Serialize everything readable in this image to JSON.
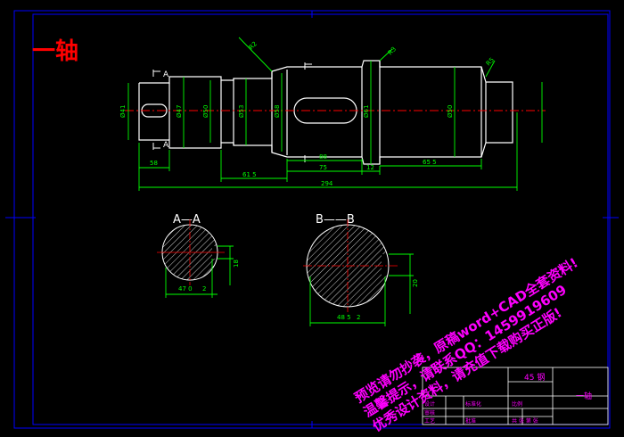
{
  "drawing_title": "一轴",
  "section_a_label": "A—A",
  "section_b_label": "B——B",
  "material": "45 钢",
  "part_name": "一轴",
  "watermark_lines": [
    "预览请勿抄袭，原稿word+CAD全套资料!",
    "温馨提示，请联系QQ：1459919609",
    "优秀设计资料，请充值下载购买正版!"
  ],
  "dimensions": {
    "d1": "Ø41",
    "d2": "Ø47",
    "d3": "Ø50",
    "d4": "Ø53",
    "d5": "Ø58",
    "d6": "Ø61",
    "d7": "Ø50",
    "r1": "R2",
    "r2": "R3",
    "r3": "R5",
    "l1": "58",
    "l2": "61  5",
    "l3": "88",
    "l4": "75",
    "l5": "12",
    "l6": "65  5",
    "l7": "294",
    "a_w1": "47 0",
    "a_w2": "2",
    "a_h": "18",
    "b_w1": "48 5",
    "b_w2": "2",
    "b_h": "20"
  },
  "title_block": {
    "cell1": "设计",
    "cell2": "审核",
    "cell3": "工艺",
    "cell4": "标准化",
    "cell5": "批准",
    "cell6": "比例",
    "cell7": "共 张 第 张"
  }
}
